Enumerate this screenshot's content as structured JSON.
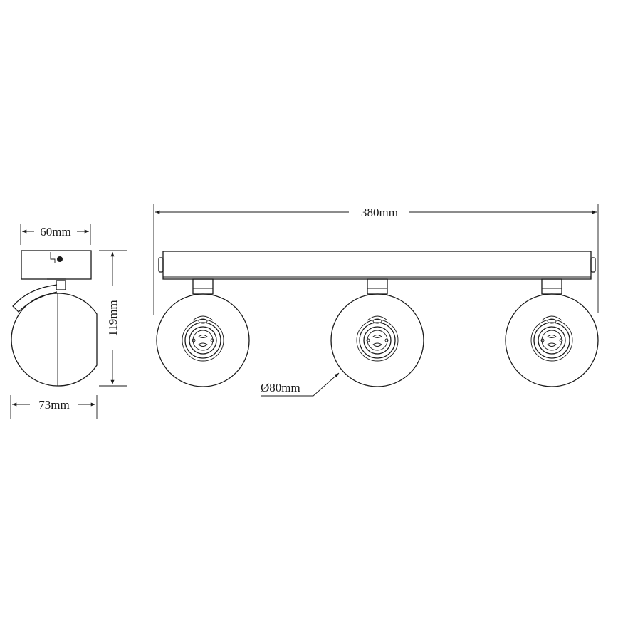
{
  "side_view": {
    "width_top": "60mm",
    "height": "119mm",
    "width_bottom": "73mm"
  },
  "front_view": {
    "length": "380mm",
    "diameter": "Ø80mm",
    "spot_count": 3
  },
  "colors": {
    "line": "#1a1a1a",
    "background": "#ffffff"
  }
}
